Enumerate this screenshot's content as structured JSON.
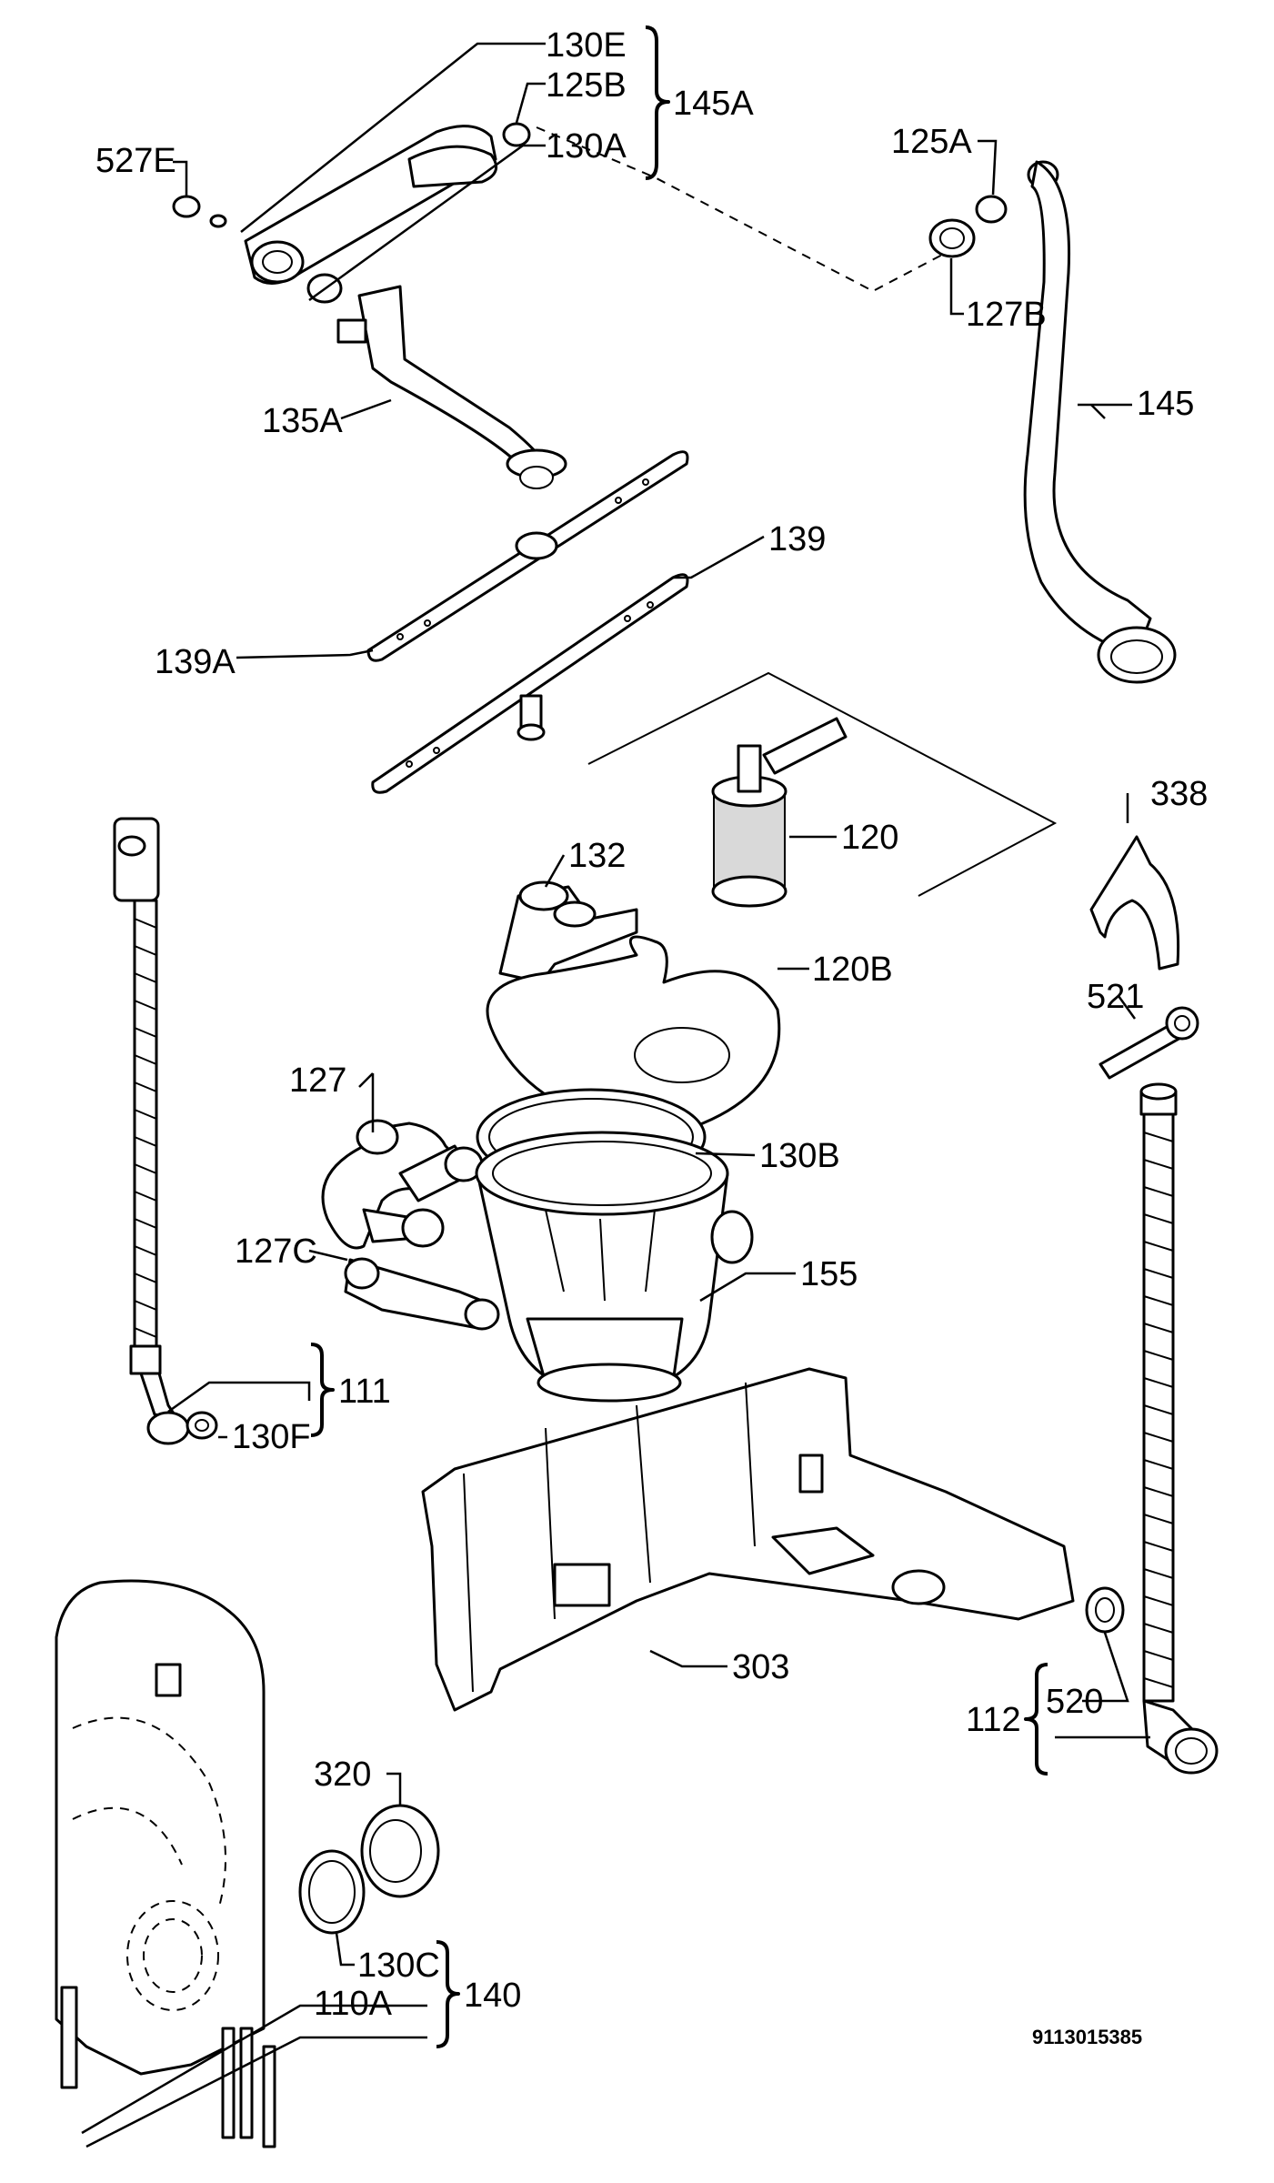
{
  "document_number": "9113015385",
  "groups": {
    "g145A": "145A",
    "g111": "111",
    "g112": "112",
    "g140": "140"
  },
  "labels": {
    "p130E": "130E",
    "p125B": "125B",
    "p130A": "130A",
    "p527E": "527E",
    "p125A": "125A",
    "p127B": "127B",
    "p135A": "135A",
    "p145": "145",
    "p139": "139",
    "p139A": "139A",
    "p338": "338",
    "p120": "120",
    "p132": "132",
    "p120B": "120B",
    "p521": "521",
    "p127": "127",
    "p130B": "130B",
    "p127C": "127C",
    "p155": "155",
    "p130F": "130F",
    "p303": "303",
    "p520": "520",
    "p320": "320",
    "p130C": "130C",
    "p110A": "110A"
  }
}
